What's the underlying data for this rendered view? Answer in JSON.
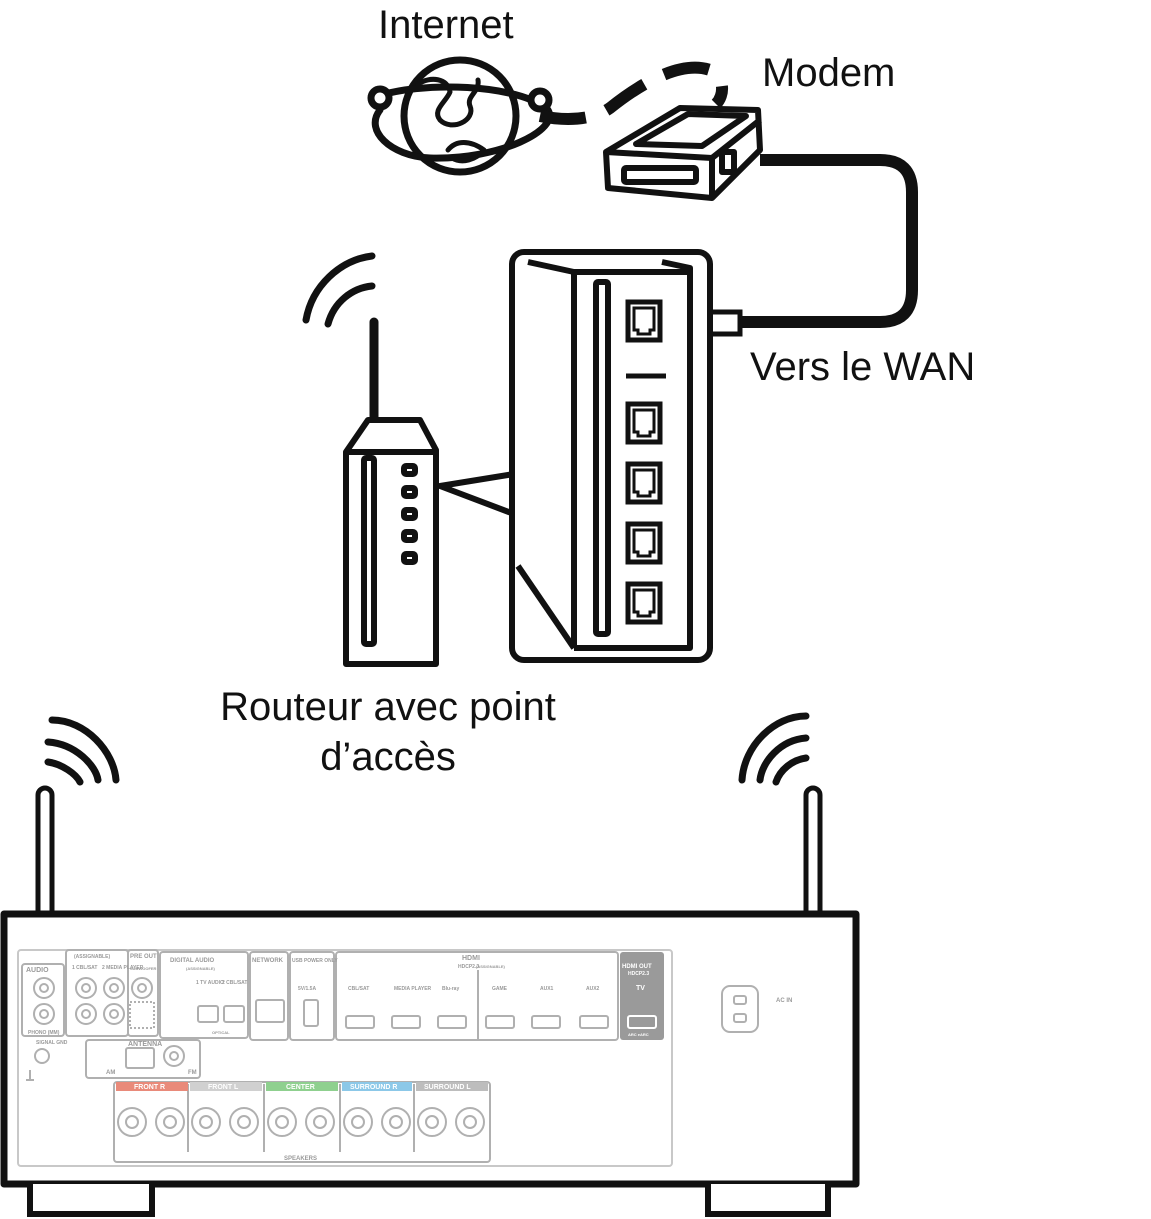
{
  "labels": {
    "internet": "Internet",
    "modem": "Modem",
    "wan": "Vers le WAN",
    "router_line1": "Routeur avec point",
    "router_line2": "d’accès"
  },
  "panel": {
    "audio_in": "AUDIO",
    "audio_in_sub": "(ASSIGNABLE)",
    "cbl_sat": "1 CBL/SAT",
    "media_player": "2 MEDIA PLAYER",
    "pre_out": "PRE OUT",
    "subwoofer": "SUBWOOFER",
    "digital_audio": "DIGITAL AUDIO",
    "digital_audio_sub": "(ASSIGNABLE)",
    "tv_audio": "1 TV AUDIO",
    "cbl_sat2": "2 CBL/SAT",
    "optical": "OPTICAL",
    "network": "NETWORK",
    "usb": "USB POWER ONLY",
    "usb_rating": "5V/1.5A",
    "hdmi_in": "HDMI",
    "hdcp_in": "HDCP2.3",
    "hdmi_assignable": "(ASSIGNABLE)",
    "hdmi_inputs": [
      "CBL/SAT",
      "MEDIA PLAYER",
      "Blu-ray",
      "GAME",
      "AUX1",
      "AUX2"
    ],
    "hdmi_out": "HDMI OUT",
    "hdcp_out": "HDCP2.3",
    "tv": "TV",
    "arc": "ARC eARC",
    "ac_in": "AC IN",
    "phono": "PHONO (MM)",
    "signal_gnd": "SIGNAL GND",
    "antenna": "ANTENNA",
    "am": "AM",
    "fm": "FM",
    "speakers": [
      "FRONT R",
      "FRONT L",
      "CENTER",
      "SURROUND R",
      "SURROUND L"
    ],
    "speakers_label": "SPEAKERS"
  },
  "colors": {
    "front_r": "#e98a7a",
    "center": "#8fd08f",
    "surround_r": "#8cc8e8",
    "surround_l": "#bdbdbd",
    "front_l": "#d0d0d0"
  }
}
